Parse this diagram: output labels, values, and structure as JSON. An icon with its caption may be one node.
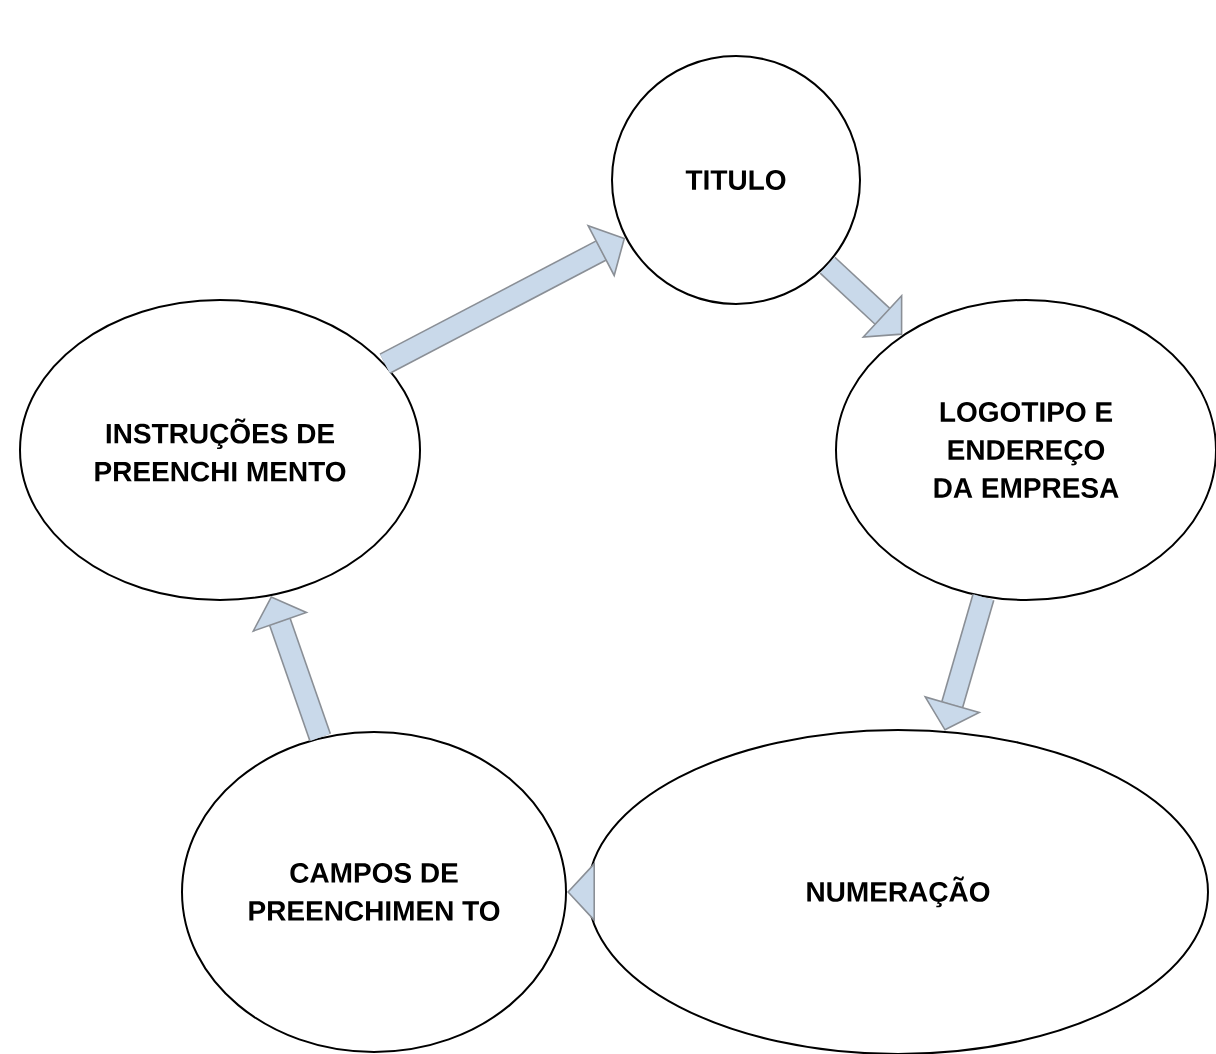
{
  "diagram": {
    "nodes": [
      {
        "text": [
          "TITULO"
        ]
      },
      {
        "text": [
          "LOGOTIPO E ENDEREÇO DA EMPRESA"
        ]
      },
      {
        "text": [
          "NUMERAÇÃO"
        ]
      },
      {
        "text": [
          "CAMPOS DE PREENCHIMEN TO"
        ]
      },
      {
        "text": [
          "INSTRUÇÕES DE PREENCHI MENTO"
        ]
      }
    ],
    "edges": [
      {
        "from": 0,
        "to": 1,
        "arrow": "to"
      },
      {
        "from": 1,
        "to": 2,
        "arrow": "to"
      },
      {
        "from": 2,
        "to": 3,
        "arrow": "to"
      },
      {
        "from": 3,
        "to": 4,
        "arrow": "to"
      },
      {
        "from": 4,
        "to": 0,
        "arrow": "to"
      }
    ]
  }
}
